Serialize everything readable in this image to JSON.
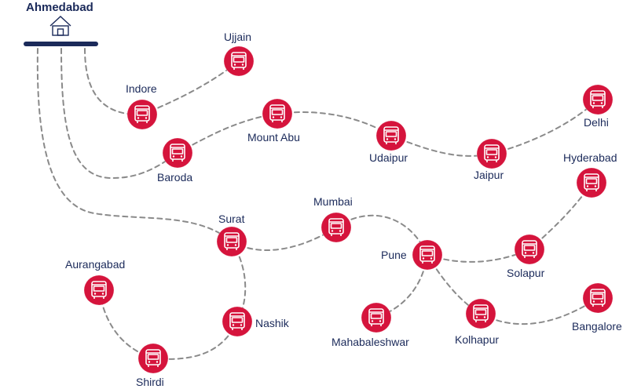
{
  "hub": {
    "name": "Ahmedabad",
    "icon": "home-icon"
  },
  "colors": {
    "stop_fill": "#d5143c",
    "route": "#8a8a8a",
    "hub_bar": "#1b2a5a",
    "label": "#1b2a5a"
  },
  "stop_icon": "bus-icon",
  "cities": [
    {
      "id": "ujjain",
      "label": "Ujjain"
    },
    {
      "id": "indore",
      "label": "Indore"
    },
    {
      "id": "mount-abu",
      "label": "Mount Abu"
    },
    {
      "id": "baroda",
      "label": "Baroda"
    },
    {
      "id": "udaipur",
      "label": "Udaipur"
    },
    {
      "id": "jaipur",
      "label": "Jaipur"
    },
    {
      "id": "delhi",
      "label": "Delhi"
    },
    {
      "id": "hyderabad",
      "label": "Hyderabad"
    },
    {
      "id": "surat",
      "label": "Surat"
    },
    {
      "id": "mumbai",
      "label": "Mumbai"
    },
    {
      "id": "pune",
      "label": "Pune"
    },
    {
      "id": "solapur",
      "label": "Solapur"
    },
    {
      "id": "aurangabad",
      "label": "Aurangabad"
    },
    {
      "id": "nashik",
      "label": "Nashik"
    },
    {
      "id": "mahabaleshwar",
      "label": "Mahabaleshwar"
    },
    {
      "id": "kolhapur",
      "label": "Kolhapur"
    },
    {
      "id": "bangalore",
      "label": "Bangalore"
    },
    {
      "id": "shirdi",
      "label": "Shirdi"
    }
  ]
}
